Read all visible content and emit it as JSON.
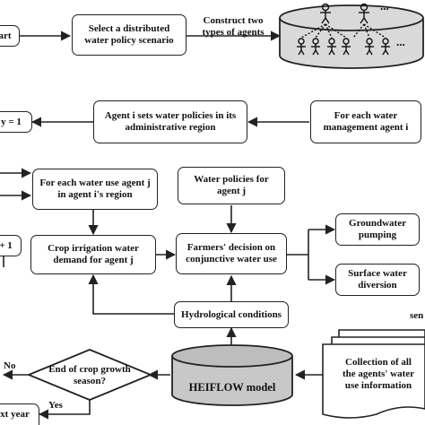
{
  "nodes": {
    "start": "art",
    "select_scenario": "Select a distributed\nwater policy scenario",
    "for_each_mgmt_agent": "For each water\nmanagement agent i",
    "agent_sets_policies": "Agent i sets water policies in its\nadministrative region",
    "loop_i_init": "y = 1",
    "for_each_use_agent": "For each water use agent j\nin agent i's region",
    "water_policies_for_agent": "Water policies for\nagent j",
    "crop_irrigation_demand": "Crop irrigation water\ndemand for agent j",
    "farmers_decision": "Farmers' decision on\nconjunctive water use",
    "groundwater_pumping": "Groundwater\npumping",
    "surface_water_diversion": "Surface water\ndiversion",
    "loop_j_increment": "+ 1",
    "hydrological_conditions": "Hydrological conditions",
    "heiflow_model": "HEIFLOW model",
    "collection": "Collection of all\nthe agents' water\nuse information",
    "end_of_season": "End of crop growth\nseason?",
    "next_year": "xt year",
    "cut_text_right": "sen"
  },
  "edges": {
    "construct_agents": "Construct two\ntypes of agents",
    "no": "No",
    "yes": "Yes"
  },
  "agent_pool": {
    "ellipsis_top": "...",
    "ellipsis_bottom": "..."
  }
}
